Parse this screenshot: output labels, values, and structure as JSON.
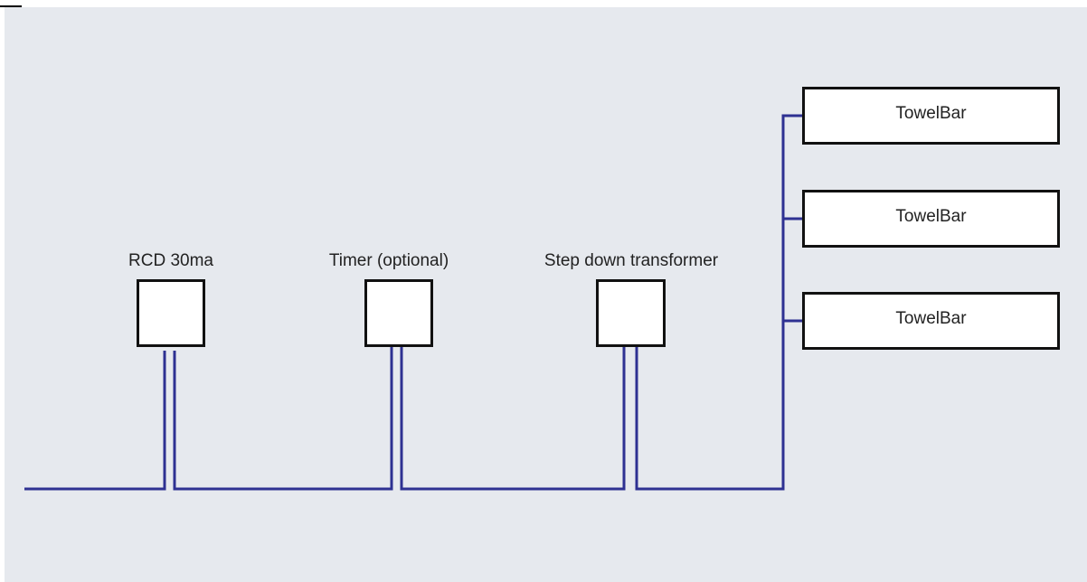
{
  "diagram": {
    "devices": [
      {
        "id": "rcd",
        "label": "RCD 30ma"
      },
      {
        "id": "timer",
        "label": "Timer (optional)"
      },
      {
        "id": "transformer",
        "label": "Step down transformer"
      }
    ],
    "towel_bars": [
      {
        "label": "TowelBar"
      },
      {
        "label": "TowelBar"
      },
      {
        "label": "TowelBar"
      }
    ],
    "colors": {
      "wire": "#2e3192",
      "background": "#e6e9ee",
      "box_border": "#111111"
    }
  }
}
